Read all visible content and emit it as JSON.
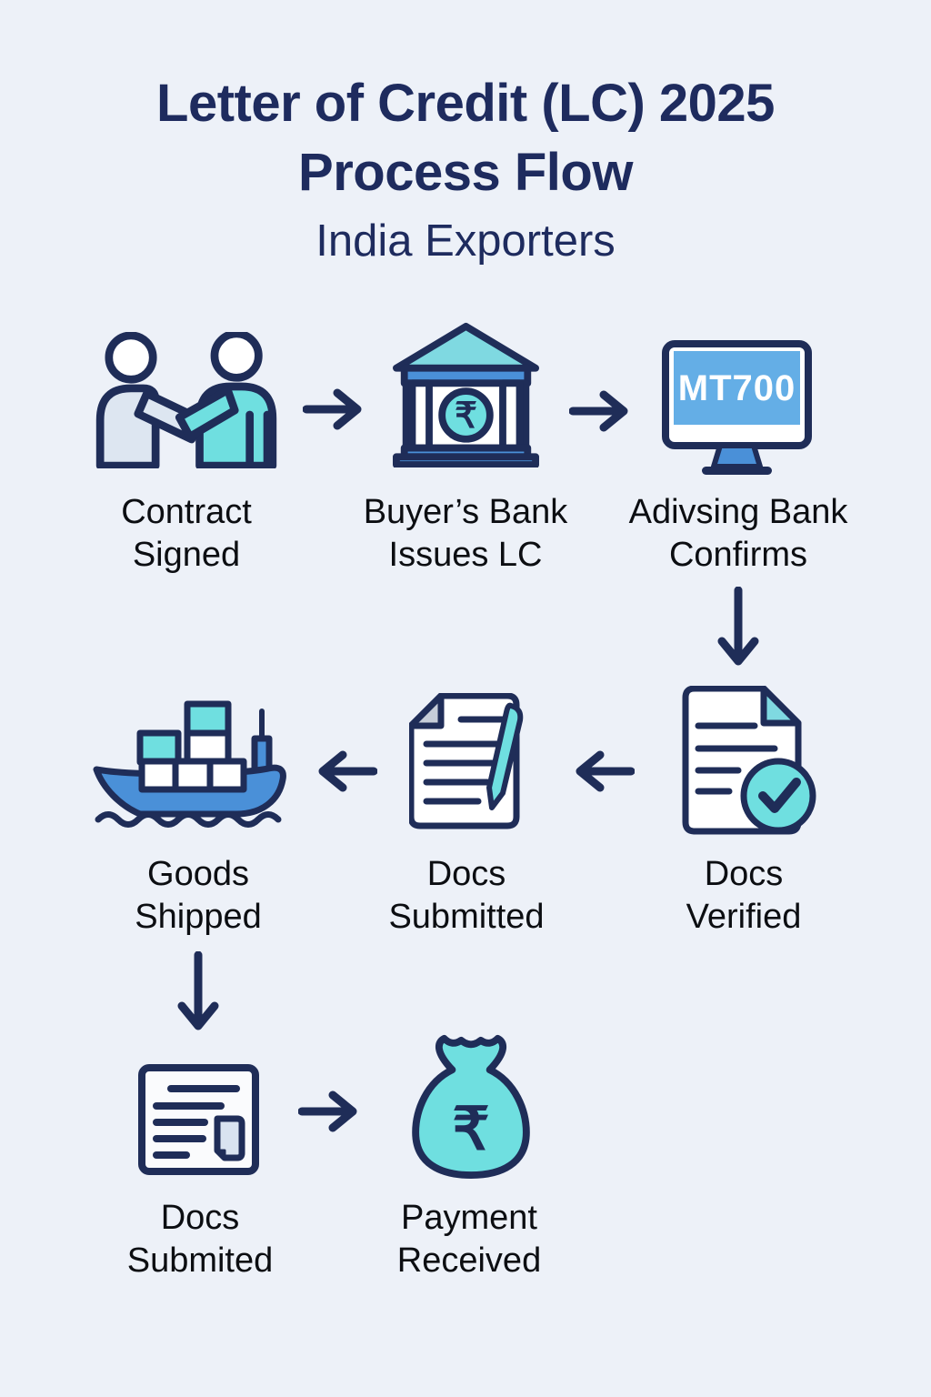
{
  "title": {
    "line1": "Letter of Credit (LC) 2025",
    "line2": "Process Flow",
    "subtitle": "India Exporters"
  },
  "steps": {
    "contract_signed": {
      "label": "Contract\nSigned"
    },
    "buyers_bank_issues_lc": {
      "label": "Buyer’s Bank\nIssues LC"
    },
    "advising_bank_confirms": {
      "label": "Adivsing Bank\nConfirms",
      "screen_text": "MT700"
    },
    "docs_verified": {
      "label": "Docs\nVerified"
    },
    "docs_submitted": {
      "label": "Docs\nSubmitted"
    },
    "goods_shipped": {
      "label": "Goods\nShipped"
    },
    "docs_submited_final": {
      "label": "Docs\nSubmited"
    },
    "payment_received": {
      "label": "Payment\nReceived"
    }
  },
  "symbols": {
    "rupee": "₹"
  },
  "colors": {
    "background": "#edf1f8",
    "navy_outline": "#1f2d58",
    "title_navy": "#1e2b5e",
    "label_text": "#0c0e12",
    "blue": "#4a90d8",
    "screen_blue": "#64aee6",
    "teal": "#6fdfe0",
    "light_teal": "#7fd9e1",
    "person_grey_blue": "#dde6f1"
  }
}
